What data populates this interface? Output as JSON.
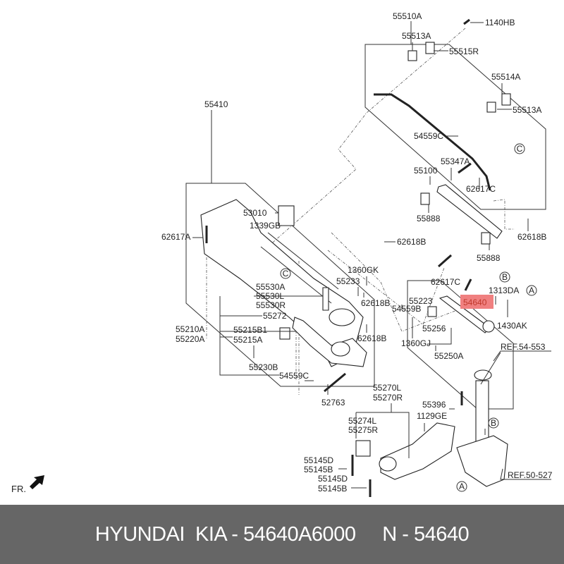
{
  "labels": [
    "55510A",
    "1140HB",
    "55513A",
    "55515R",
    "55514A",
    "55513A",
    "54559C",
    "55410",
    "55347A",
    "55100",
    "62617C",
    "53010",
    "55888",
    "1339GB",
    "62617A",
    "62618B",
    "62618B",
    "55888",
    "1360GK",
    "62617C",
    "55233",
    "55530A",
    "55530L",
    "55530R",
    "1313DA",
    "62618B",
    "55223",
    "55272",
    "54559B",
    "55210A",
    "55220A",
    "55215B1",
    "55215A",
    "55256",
    "1430AK",
    "62618B",
    "1360GJ",
    "REF.54-553",
    "55250A",
    "55230B",
    "54559C",
    "52763",
    "55270L",
    "55270R",
    "55396",
    "1129GE",
    "55274L",
    "55275R",
    "55145D",
    "55145B",
    "55145D",
    "55145B",
    "REF.50-527"
  ],
  "highlight": {
    "label": "54640",
    "color": "#f08080"
  },
  "refs": {
    "a": "A",
    "b": "B",
    "c": "C"
  },
  "front_marker": "FR.",
  "footer": {
    "text": "HYUNDAI  KIA - 54640A6000     N - 54640"
  }
}
